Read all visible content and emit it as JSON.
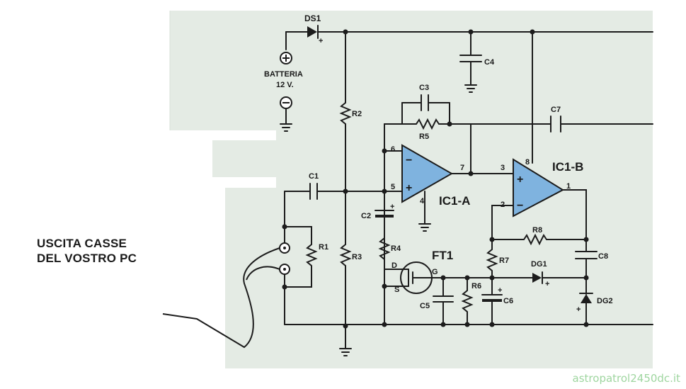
{
  "caption": {
    "line1": "USCITA CASSE",
    "line2": "DEL VOSTRO PC"
  },
  "labels": {
    "ds1": "DS1",
    "batteria": "BATTERIA",
    "voltage": "12 V.",
    "c1": "C1",
    "c2": "C2",
    "c3": "C3",
    "c4": "C4",
    "c5": "C5",
    "c6": "C6",
    "c7": "C7",
    "c8": "C8",
    "r1": "R1",
    "r2": "R2",
    "r3": "R3",
    "r4": "R4",
    "r5": "R5",
    "r6": "R6",
    "r7": "R7",
    "r8": "R8",
    "ic1a": "IC1-A",
    "ic1b": "IC1-B",
    "ft1": "FT1",
    "dg1": "DG1",
    "dg2": "DG2",
    "pin1": "1",
    "pin2": "2",
    "pin3": "3",
    "pin4": "4",
    "pin5": "5",
    "pin6": "6",
    "pin7": "7",
    "pin8": "8",
    "fet_d": "D",
    "fet_g": "G",
    "fet_s": "S"
  },
  "watermark": "astropatrol2450dc.it",
  "colors": {
    "board": "#e4ebe4",
    "opamp_fill": "#7fb3df",
    "wire": "#1c1c1c"
  }
}
